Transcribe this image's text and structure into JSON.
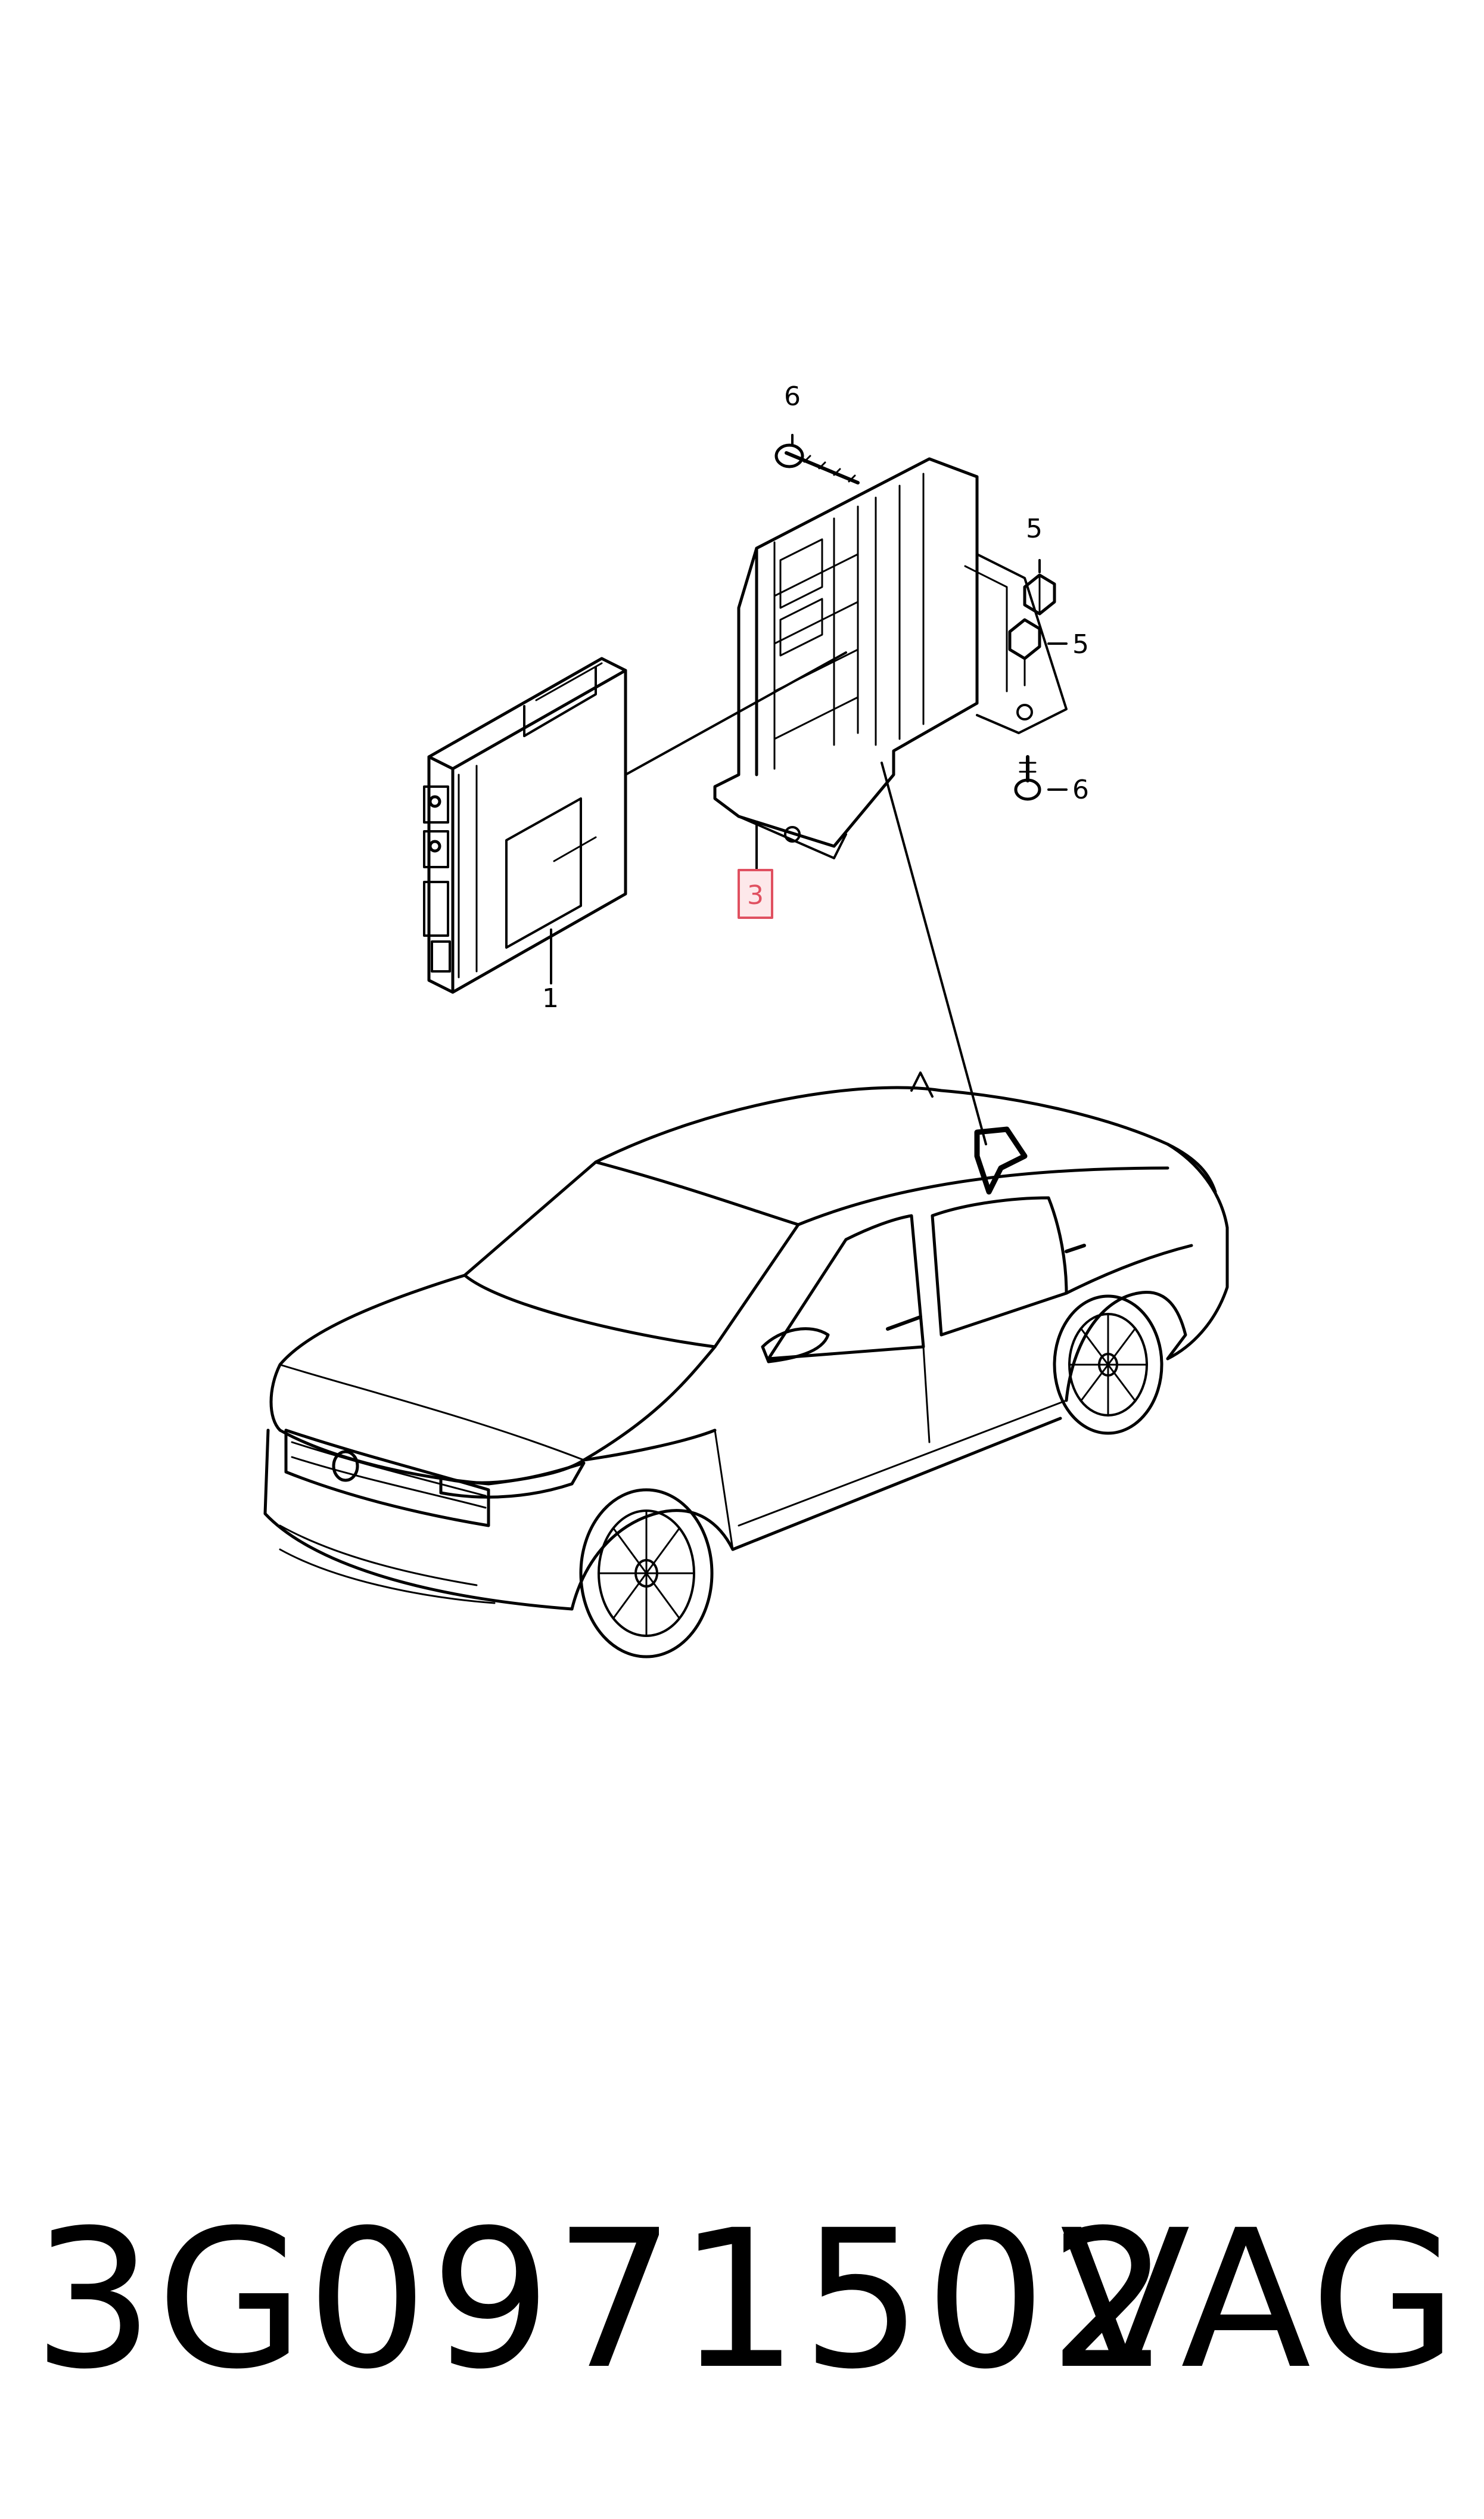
{
  "callouts": {
    "control_unit": "1",
    "bracket": "3",
    "nut_upper": "5",
    "nut_lower": "5",
    "screw_upper": "6",
    "screw_lower": "6"
  },
  "highlight_color": "#e05060",
  "footer": {
    "part_number": "3G0971502",
    "brand": "VAG"
  }
}
